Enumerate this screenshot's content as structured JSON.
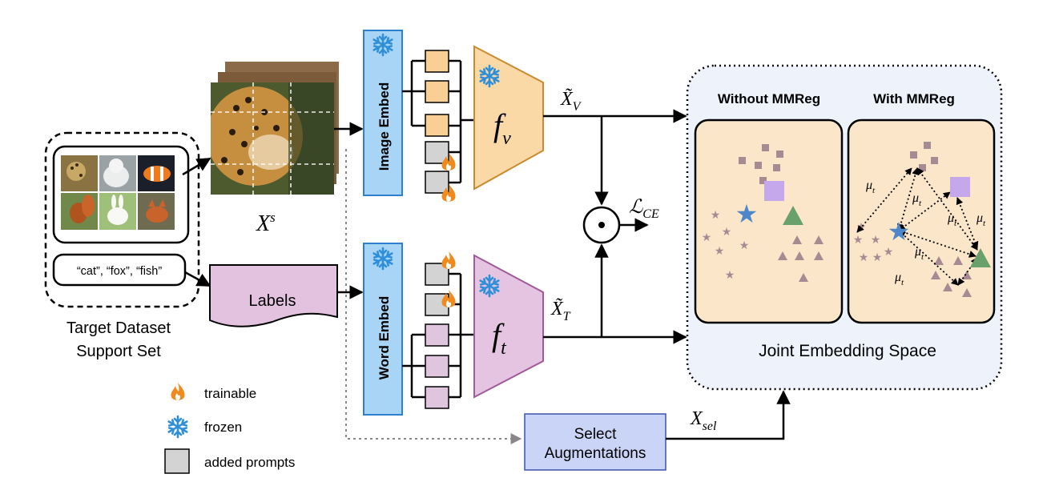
{
  "support_set": {
    "title_line1": "Target Dataset",
    "title_line2": "Support Set",
    "class_names": "“cat”, “fox”, “fish”"
  },
  "image_branch": {
    "augmented_images_label": "X",
    "augmented_images_sup": "s",
    "embed_label": "Image Embed",
    "encoder_name": "f",
    "encoder_sub": "v",
    "output_label": "X̃",
    "output_sub": "V"
  },
  "text_branch": {
    "labels_box": "Labels",
    "embed_label": "Word Embed",
    "encoder_name": "f",
    "encoder_sub": "t",
    "output_label": "X̃",
    "output_sub": "T"
  },
  "loss": {
    "operator": "⊙",
    "label": "ℒ",
    "sub": "CE"
  },
  "augmentation": {
    "box_line1": "Select",
    "box_line2": "Augmentations",
    "output_label": "X",
    "output_sub": "sel"
  },
  "joint_space": {
    "title": "Joint Embedding Space",
    "left_panel_title": "Without MMReg",
    "right_panel_title": "With MMReg",
    "distance_label": "μ",
    "distance_sub": "t"
  },
  "legend": {
    "items": [
      {
        "icon": "flame-icon",
        "label": "trainable"
      },
      {
        "icon": "snowflake-icon",
        "label": "frozen"
      },
      {
        "icon": "gray-square-icon",
        "label": "added prompts"
      }
    ]
  },
  "colors": {
    "image_token": "#f9cf93",
    "text_token": "#dfc5dd",
    "prompt_token": "#d3d3d3",
    "encoder_image": "#fbd9a7",
    "encoder_text": "#e5c4e2",
    "embed_box": "#a8d4f5",
    "flame": "#f08a1c",
    "snowflake": "#2f8fd8",
    "panel_bg": "#fbe6c9",
    "joint_bg": "#eef3fb",
    "aug_box": "#c9d4f7",
    "star_blue": "#4d87c9",
    "triangle_green": "#6aa06b",
    "square_purple": "#c5a8ec",
    "point_mauve": "#a78a92"
  }
}
